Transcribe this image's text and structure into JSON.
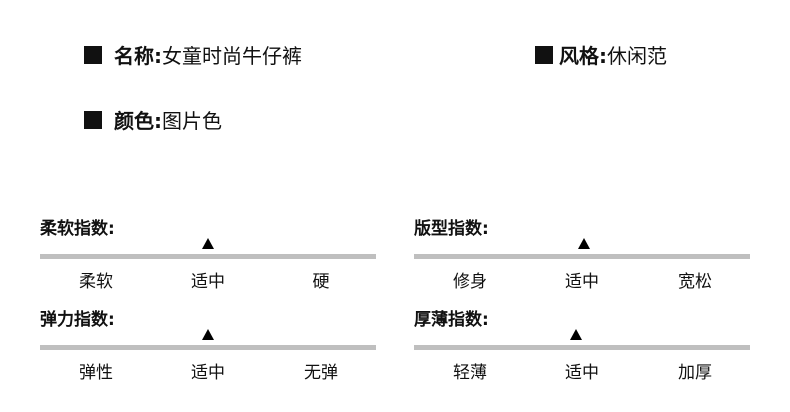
{
  "product_info": {
    "name": {
      "key": "名称:",
      "value": "女童时尚牛仔裤"
    },
    "style": {
      "key": "风格:",
      "value": "休闲范"
    },
    "color": {
      "key": "颜色:",
      "value": "图片色"
    }
  },
  "metrics": {
    "softness": {
      "title": "柔软指数:",
      "levels": [
        "柔软",
        "适中",
        "硬"
      ],
      "selected_index": 1
    },
    "fit": {
      "title": "版型指数:",
      "levels": [
        "修身",
        "适中",
        "宽松"
      ],
      "selected_index": 1
    },
    "elasticity": {
      "title": "弹力指数:",
      "levels": [
        "弹性",
        "适中",
        "无弹"
      ],
      "selected_index": 1
    },
    "thickness": {
      "title": "厚薄指数:",
      "levels": [
        "轻薄",
        "适中",
        "加厚"
      ],
      "selected_index": 1
    }
  },
  "colors": {
    "text": "#111111",
    "track": "#bfbfbf",
    "marker": "#000000",
    "background": "#ffffff"
  },
  "icons": {
    "bullet": "black-square-bullet",
    "marker": "up-triangle-marker"
  }
}
